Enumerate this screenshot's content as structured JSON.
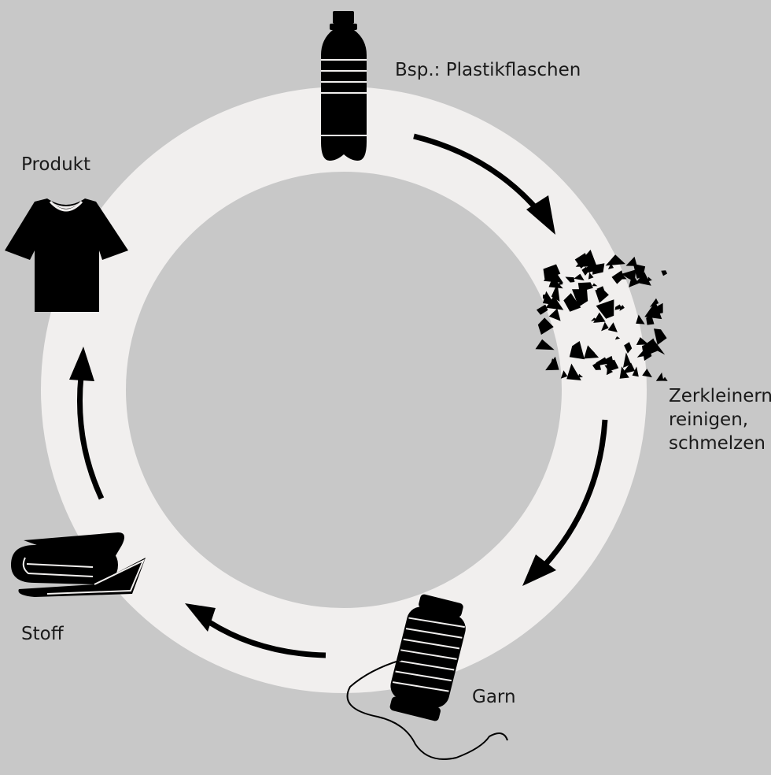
{
  "colors": {
    "background": "#c8c8c8",
    "ring": "#f1efee",
    "ink": "#000000"
  },
  "steps": [
    {
      "id": "bottle",
      "icon": "plastic-bottle-icon",
      "lines": [
        "Bsp.: Plastikflaschen"
      ]
    },
    {
      "id": "shred",
      "icon": "shredded-flakes-icon",
      "lines": [
        "Zerkleinern,",
        "reinigen,",
        "schmelzen"
      ]
    },
    {
      "id": "yarn",
      "icon": "yarn-spool-icon",
      "lines": [
        "Garn"
      ]
    },
    {
      "id": "fabric",
      "icon": "rolled-fabric-icon",
      "lines": [
        "Stoff"
      ]
    },
    {
      "id": "product",
      "icon": "t-shirt-icon",
      "lines": [
        "Produkt"
      ]
    }
  ]
}
